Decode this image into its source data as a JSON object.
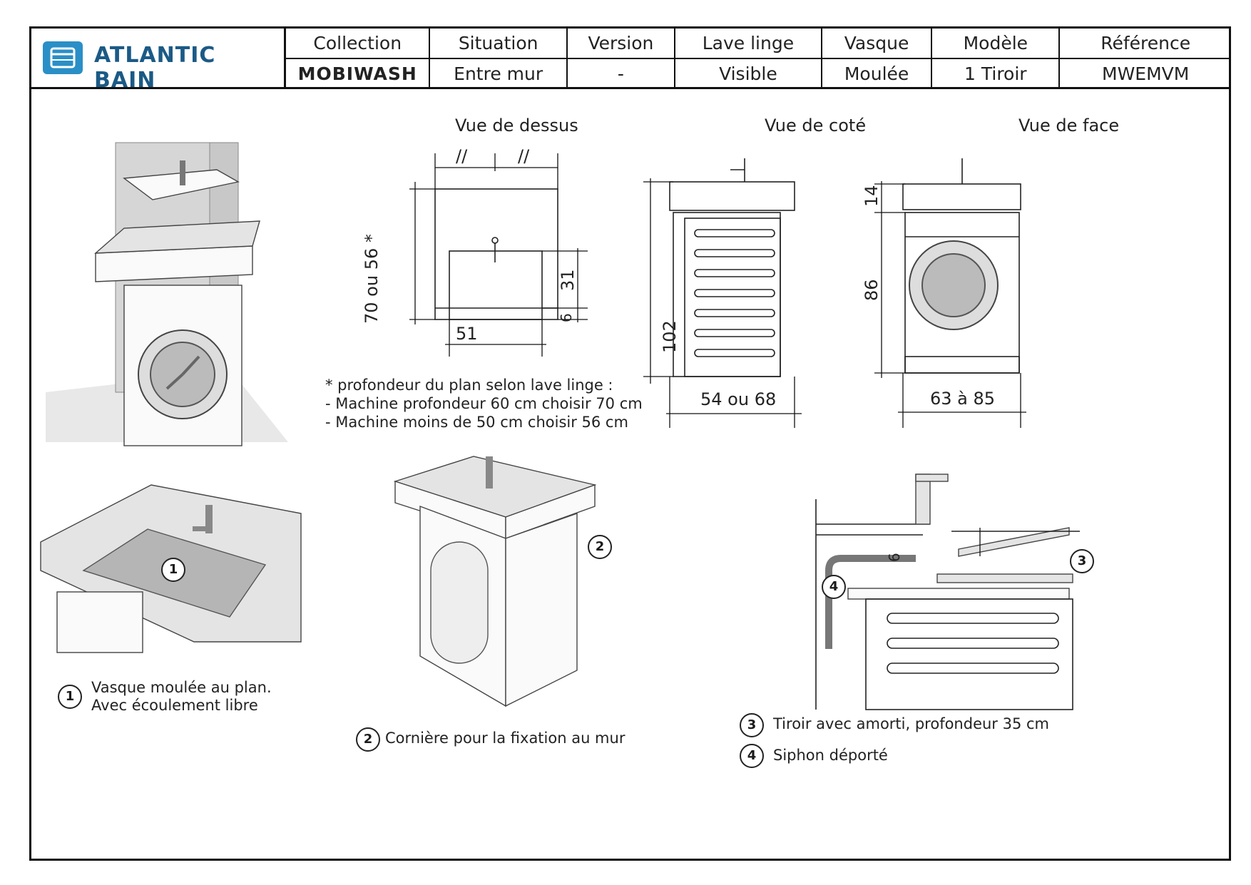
{
  "brand": {
    "name": "ATLANTIC BAIN",
    "color": "#2a8fc6"
  },
  "info": {
    "headers": [
      "Collection",
      "Situation",
      "Version",
      "Lave linge",
      "Vasque",
      "Modèle",
      "Référence"
    ],
    "values": [
      "MOBIWASH",
      "Entre mur",
      "-",
      "Visible",
      "Moulée",
      "1 Tiroir",
      "MWEMVM"
    ]
  },
  "views": {
    "top": "Vue de dessus",
    "side": "Vue de coté",
    "front": "Vue de face"
  },
  "dimensions": {
    "top_depth": "70 ou 56 *",
    "top_basin_width": "51",
    "top_basin_depth": "31",
    "top_basin_offset": "6",
    "top_marks": [
      "//",
      "//"
    ],
    "side_height": "102",
    "side_width": "54 ou 68",
    "front_top": "14",
    "front_height": "86",
    "front_width": "63 à 85",
    "detail_gap": "6"
  },
  "footnote": {
    "lines": [
      "* profondeur du plan selon lave linge :",
      "- Machine profondeur 60 cm choisir 70 cm",
      "- Machine moins de 50 cm choisir 56 cm"
    ]
  },
  "callouts": {
    "items": [
      {
        "num": "1",
        "line1": "Vasque moulée au plan.",
        "line2": "Avec écoulement libre"
      },
      {
        "num": "2",
        "line1": "Cornière pour la fixation au mur"
      },
      {
        "num": "3",
        "line1": "Tiroir avec amorti, profondeur 35 cm"
      },
      {
        "num": "4",
        "line1": "Siphon déporté"
      }
    ]
  }
}
